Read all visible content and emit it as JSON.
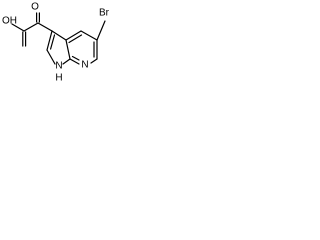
{
  "diagram": {
    "type": "skeletal-structure",
    "atoms": {
      "hydroxyl": "OH",
      "hydroxyl_prefix": "H",
      "hydroxyl_o": "O",
      "carbonyl_oxygen": "O",
      "bromine": "Br",
      "pyridine_nitrogen": "N",
      "pyrrole_nitrogen": "N",
      "pyrrole_hydrogen": "H"
    },
    "colors": {
      "bond": "#000000",
      "text": "#000000",
      "background": "#ffffff"
    }
  }
}
